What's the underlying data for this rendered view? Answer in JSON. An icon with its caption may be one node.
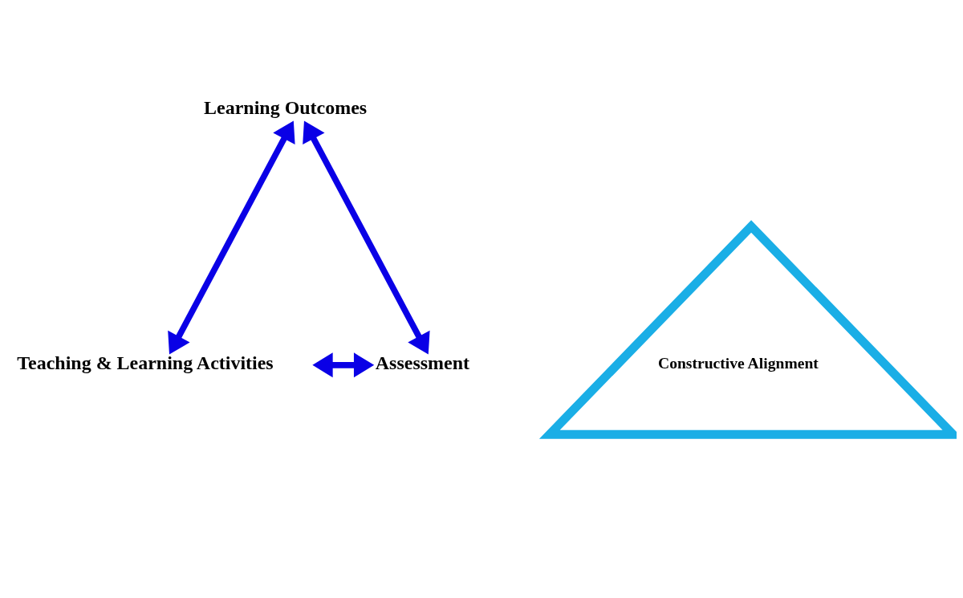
{
  "diagram": {
    "nodes": [
      {
        "text": [
          "Learning Outcomes"
        ]
      },
      {
        "text": [
          "Constructive Alignment"
        ]
      },
      {
        "text": [
          "Teaching & Learning Activities"
        ]
      },
      {
        "text": [
          "Assessment"
        ]
      }
    ],
    "edges": [
      {
        "from": 0,
        "to": 2,
        "arrow": "both"
      },
      {
        "from": 0,
        "to": 3,
        "arrow": "both"
      },
      {
        "from": 2,
        "to": 3,
        "arrow": "both"
      }
    ]
  }
}
